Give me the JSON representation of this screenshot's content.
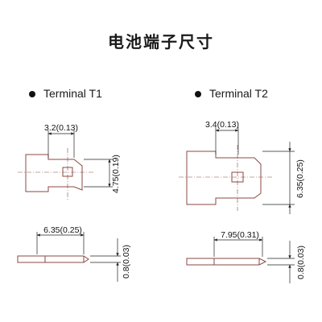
{
  "title": "电池端子尺寸",
  "terminals": [
    {
      "heading": "Terminal T1",
      "top_width": "3.2(0.13)",
      "height": "4.75(0.19)",
      "side_width": "6.35(0.25)",
      "thickness": "0.8(0.03)"
    },
    {
      "heading": "Terminal T2",
      "top_width": "3.4(0.13)",
      "height": "6.35(0.25)",
      "side_width": "7.95(0.31)",
      "thickness": "0.8(0.03)"
    }
  ],
  "colors": {
    "outline": "#8a4a44",
    "dimension": "#222222"
  }
}
